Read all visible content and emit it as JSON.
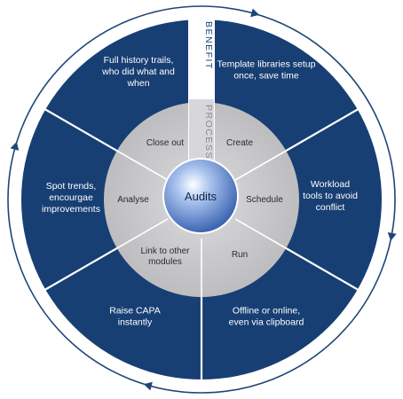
{
  "diagram": {
    "center_label": "Audits",
    "benefit_label": "BENEFIT",
    "process_label": "PROCESS",
    "benefits": [
      [
        "Template libraries setup",
        "once, save time"
      ],
      [
        "Workload",
        "tools to avoid",
        "conflict"
      ],
      [
        "Offline or online,",
        "even via clipboard"
      ],
      [
        "Raise CAPA",
        "instantly"
      ],
      [
        "Spot trends,",
        "encourgae",
        "improvements"
      ],
      [
        "Full history trails,",
        "who did what and",
        "when"
      ]
    ],
    "processes": [
      "Create",
      "Schedule",
      "Run",
      "Link to other modules",
      "Analyse",
      "Close out"
    ],
    "processes_lines": [
      [
        "Create"
      ],
      [
        "Schedule"
      ],
      [
        "Run"
      ],
      [
        "Link to other",
        "modules"
      ],
      [
        "Analyse"
      ],
      [
        "Close out"
      ]
    ],
    "colors": {
      "outer_ring": "#173f73",
      "inner_ring": "#c9c9cb",
      "divider": "#ffffff",
      "arrow": "#1e4577",
      "center": "#5a86cf"
    }
  }
}
